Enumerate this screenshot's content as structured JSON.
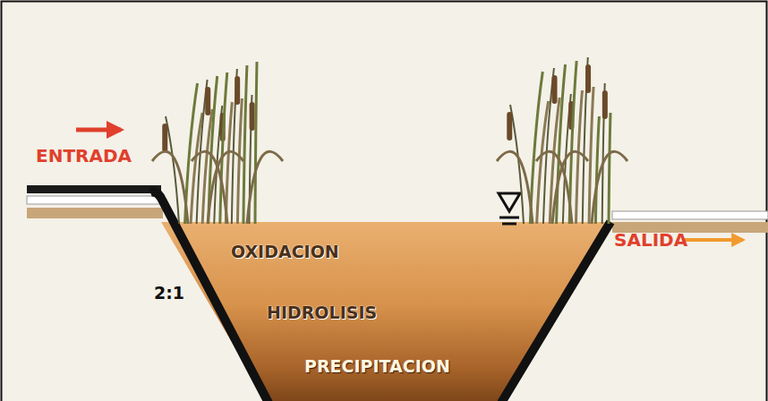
{
  "diagram": {
    "labels": [
      "ENTRADA",
      "SALIDA",
      "OXIDACION",
      "2:1",
      "HIDROLISIS",
      "PRECIPITACION"
    ]
  }
}
